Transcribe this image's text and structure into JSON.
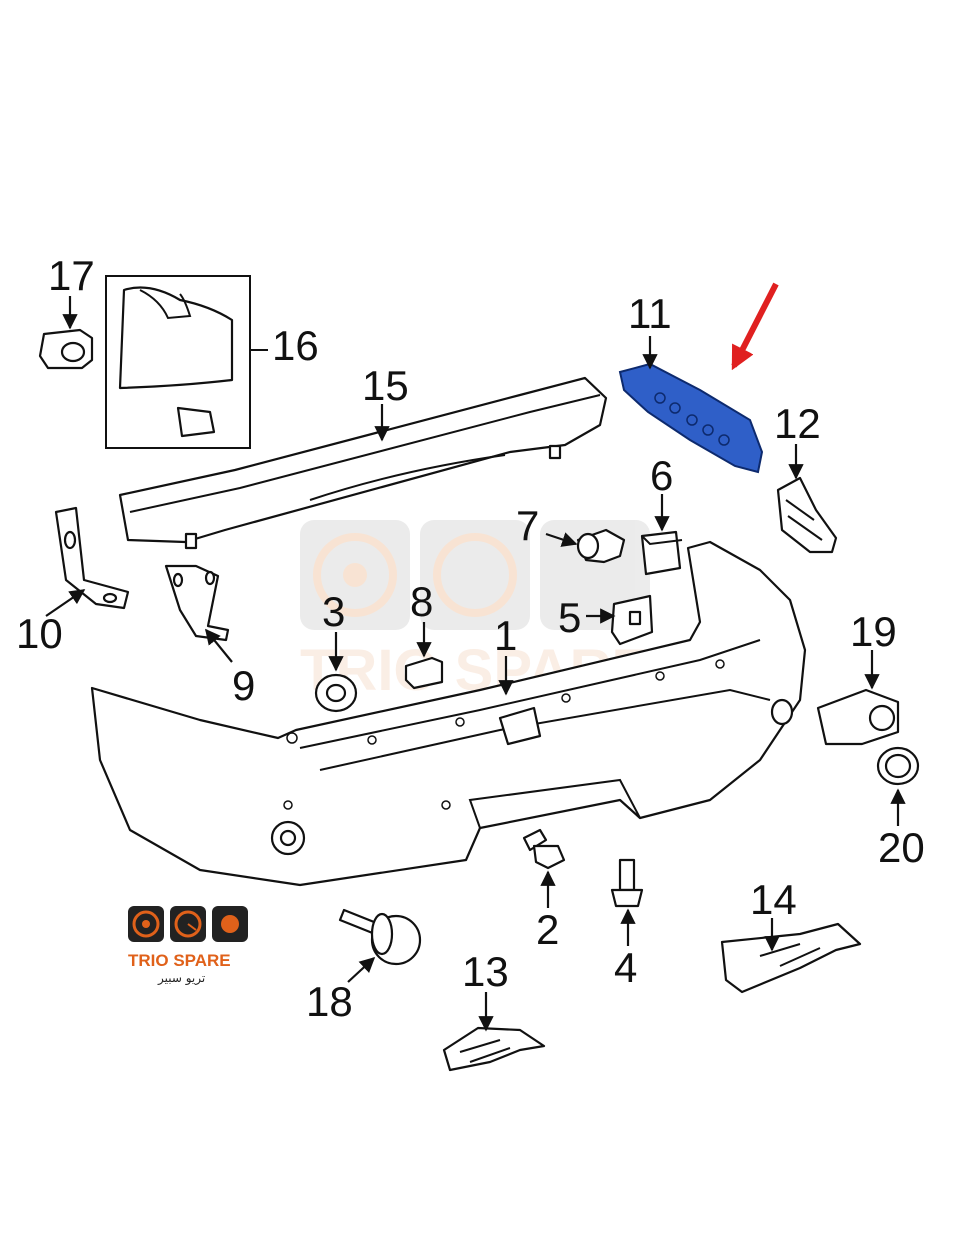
{
  "callouts": {
    "c1": "1",
    "c2": "2",
    "c3": "3",
    "c4": "4",
    "c5": "5",
    "c6": "6",
    "c7": "7",
    "c8": "8",
    "c9": "9",
    "c10": "10",
    "c11": "11",
    "c12": "12",
    "c13": "13",
    "c14": "14",
    "c15": "15",
    "c16": "16",
    "c17": "17",
    "c18": "18",
    "c19": "19",
    "c20": "20"
  },
  "highlight": {
    "part": "11",
    "color": "#2f5fc8",
    "pointer_color": "#e02020"
  },
  "logo": {
    "brand": "TRIO SPARE",
    "arabic": "تريو سبير",
    "accent": "#e0611a"
  },
  "watermark": {
    "text": "TRIO SPARE"
  }
}
